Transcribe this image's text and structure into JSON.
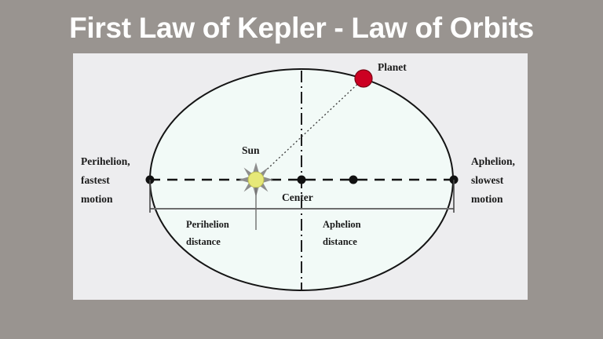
{
  "page": {
    "title": "First Law of Kepler - Law of Orbits",
    "background_color": "#999490",
    "title_color": "#ffffff"
  },
  "diagram": {
    "name": "kepler-first-law-orbit-diagram",
    "panel_background": "#ededef",
    "orbit_fill": "#f2faf7",
    "orbit_stroke": "#141414",
    "labels": {
      "planet": "Planet",
      "sun": "Sun",
      "center": "Center",
      "perihelion_line1": "Perihelion,",
      "perihelion_line2": "fastest",
      "perihelion_line3": "motion",
      "aphelion_line1": "Aphelion,",
      "aphelion_line2": "slowest",
      "aphelion_line3": "motion",
      "perihelion_distance_line1": "Perihelion",
      "perihelion_distance_line2": "distance",
      "aphelion_distance_line1": "Aphelion",
      "aphelion_distance_line2": "distance"
    },
    "markers": {
      "planet_color": "#cc0022",
      "planet_stroke": "#7a0014",
      "sun_color": "#e6e878",
      "sun_ray_color": "#8d8d8d",
      "axis_dot_color": "#111111"
    }
  }
}
